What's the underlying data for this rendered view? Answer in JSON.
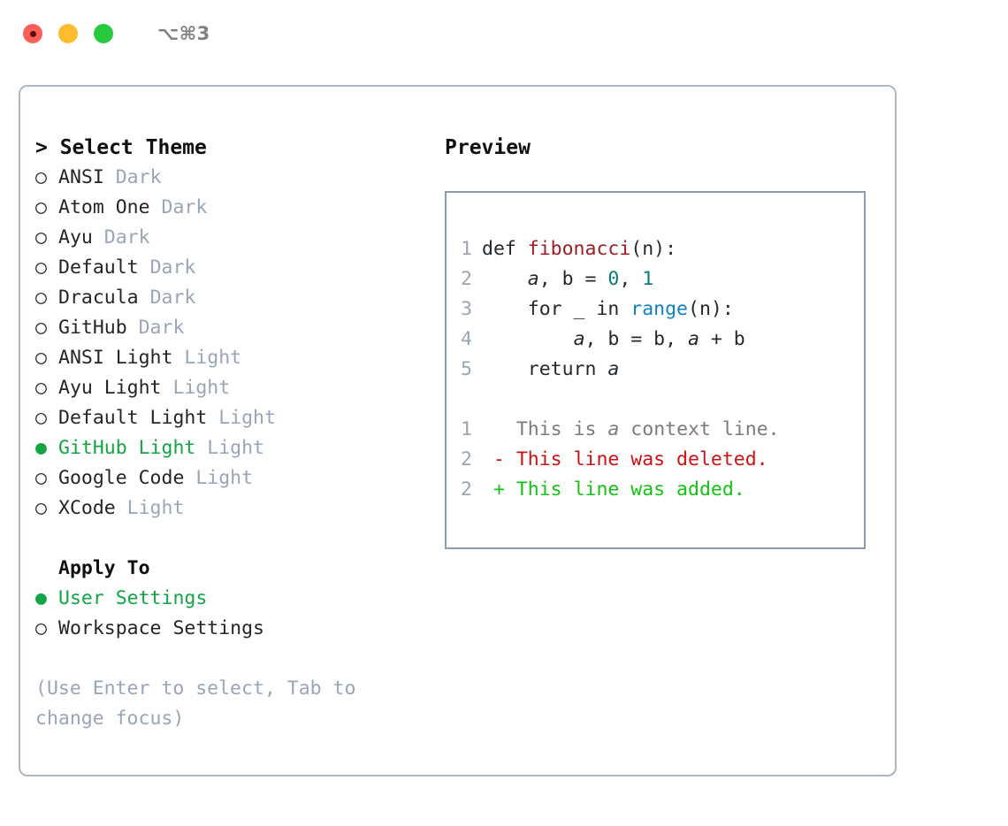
{
  "titlebar": {
    "dots": [
      "close-red",
      "minimize-yellow",
      "maximize-green"
    ],
    "shortcut": "⌥⌘3"
  },
  "left": {
    "header": "> Select Theme",
    "themes": [
      {
        "bullet": "○",
        "name": "ANSI",
        "badge": "Dark",
        "selected": false
      },
      {
        "bullet": "○",
        "name": "Atom One",
        "badge": "Dark",
        "selected": false
      },
      {
        "bullet": "○",
        "name": "Ayu",
        "badge": "Dark",
        "selected": false
      },
      {
        "bullet": "○",
        "name": "Default",
        "badge": "Dark",
        "selected": false
      },
      {
        "bullet": "○",
        "name": "Dracula",
        "badge": "Dark",
        "selected": false
      },
      {
        "bullet": "○",
        "name": "GitHub",
        "badge": "Dark",
        "selected": false
      },
      {
        "bullet": "○",
        "name": "ANSI Light",
        "badge": "Light",
        "selected": false
      },
      {
        "bullet": "○",
        "name": "Ayu Light",
        "badge": "Light",
        "selected": false
      },
      {
        "bullet": "○",
        "name": "Default Light",
        "badge": "Light",
        "selected": false
      },
      {
        "bullet": "●",
        "name": "GitHub Light",
        "badge": "Light",
        "selected": true
      },
      {
        "bullet": "○",
        "name": "Google Code",
        "badge": "Light",
        "selected": false
      },
      {
        "bullet": "○",
        "name": "XCode",
        "badge": "Light",
        "selected": false
      }
    ],
    "apply_to_header": "Apply To",
    "apply_to": [
      {
        "bullet": "●",
        "label": "User Settings",
        "selected": true
      },
      {
        "bullet": "○",
        "label": "Workspace Settings",
        "selected": false
      }
    ],
    "hint": "(Use Enter to select, Tab to change focus)"
  },
  "right": {
    "header": "Preview",
    "code": [
      {
        "num": "1",
        "parts": [
          {
            "t": "def ",
            "c": "plain"
          },
          {
            "t": "fibonacci",
            "c": "fn"
          },
          {
            "t": "(n):",
            "c": "plain"
          }
        ]
      },
      {
        "num": "2",
        "parts": [
          {
            "t": "    ",
            "c": "plain"
          },
          {
            "t": "a",
            "c": "var"
          },
          {
            "t": ", b = ",
            "c": "plain"
          },
          {
            "t": "0",
            "c": "num"
          },
          {
            "t": ", ",
            "c": "plain"
          },
          {
            "t": "1",
            "c": "num"
          }
        ]
      },
      {
        "num": "3",
        "parts": [
          {
            "t": "    for _ in ",
            "c": "plain"
          },
          {
            "t": "range",
            "c": "bi"
          },
          {
            "t": "(n):",
            "c": "plain"
          }
        ]
      },
      {
        "num": "4",
        "parts": [
          {
            "t": "        ",
            "c": "plain"
          },
          {
            "t": "a",
            "c": "var"
          },
          {
            "t": ", b = b, ",
            "c": "plain"
          },
          {
            "t": "a",
            "c": "var"
          },
          {
            "t": " + b",
            "c": "plain"
          }
        ]
      },
      {
        "num": "5",
        "parts": [
          {
            "t": "    return ",
            "c": "plain"
          },
          {
            "t": "a",
            "c": "var"
          }
        ]
      }
    ],
    "diff": [
      {
        "num": "1",
        "marker": " ",
        "text": "This is ",
        "italic": "a",
        "rest": " context line.",
        "kind": "ctx"
      },
      {
        "num": "2",
        "marker": "-",
        "text": "This line was deleted.",
        "kind": "del"
      },
      {
        "num": "2",
        "marker": "+",
        "text": "This line was added.",
        "kind": "add"
      }
    ]
  },
  "colors": {
    "accent_green": "#12a544",
    "diff_add": "#12c412",
    "diff_del": "#cc1111",
    "function": "#9d1d21",
    "number": "#0c7a7a",
    "builtin": "#0f82bf",
    "muted": "#9aa5b8",
    "border": "#aeb6c4"
  }
}
